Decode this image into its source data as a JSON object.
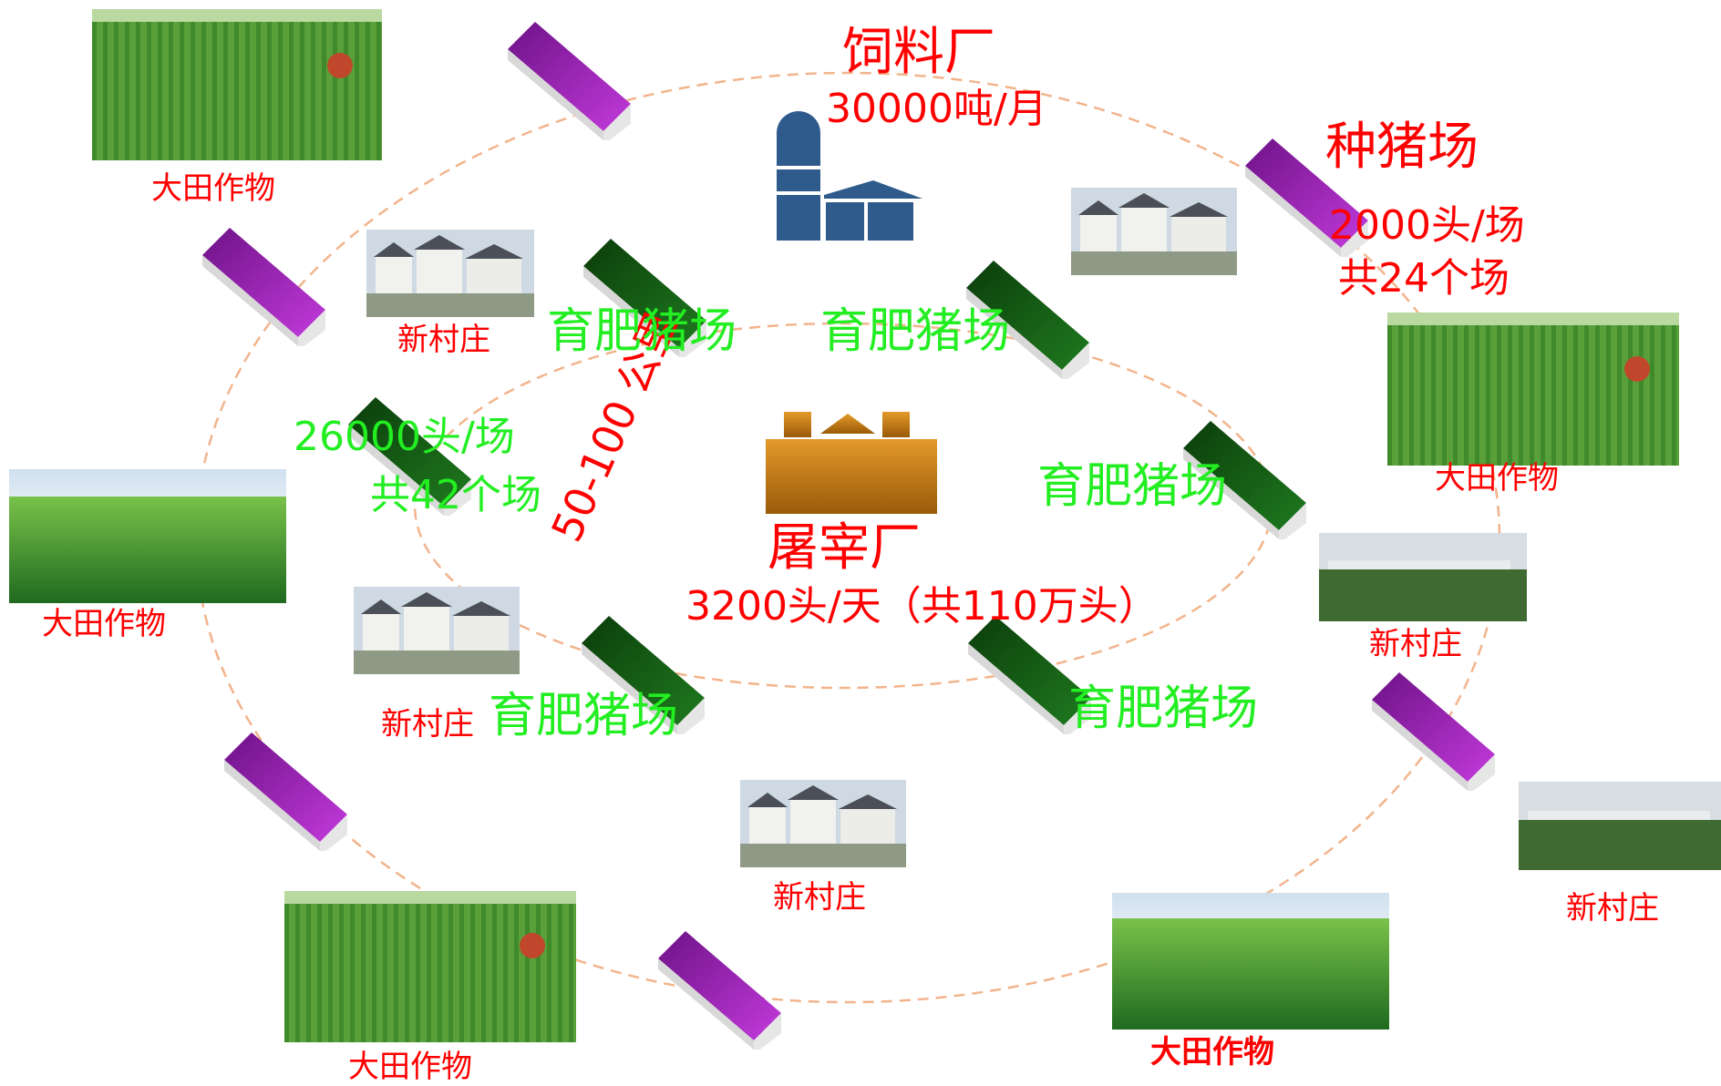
{
  "colors": {
    "label_red": "#ff0000",
    "label_green": "#22ee22",
    "green_barn": "#0b4a0b",
    "purple_barn": "#8b1aa0",
    "feed_mill": "#2f5b8c",
    "slaughterhouse": "#c47a12",
    "ellipse_line": "#f2b48c"
  },
  "feed_mill": {
    "title": "饲料厂",
    "capacity": "30000吨/月",
    "icon": "feed-mill-silo-icon"
  },
  "breeding_farm": {
    "title": "种猪场",
    "per_farm": "2000头/场",
    "count": "共24个场"
  },
  "fattening_stats": {
    "per_farm": "26000头/场",
    "count": "共42个场"
  },
  "slaughterhouse": {
    "title": "屠宰厂",
    "capacity": "3200头/天（共110万头）",
    "icon": "slaughterhouse-icon"
  },
  "distance": "50-100 公里",
  "fattening_labels": [
    "育肥猪场",
    "育肥猪场",
    "育肥猪场",
    "育肥猪场",
    "育肥猪场"
  ],
  "fields": [
    {
      "label": "大田作物"
    },
    {
      "label": "大田作物"
    },
    {
      "label": "大田作物"
    },
    {
      "label": "大田作物"
    },
    {
      "label": "大田作物"
    }
  ],
  "villages": [
    {
      "label": "新村庄"
    },
    {
      "label": "新村庄"
    },
    {
      "label": "新村庄"
    },
    {
      "label": "新村庄"
    },
    {
      "label": "新村庄"
    }
  ]
}
